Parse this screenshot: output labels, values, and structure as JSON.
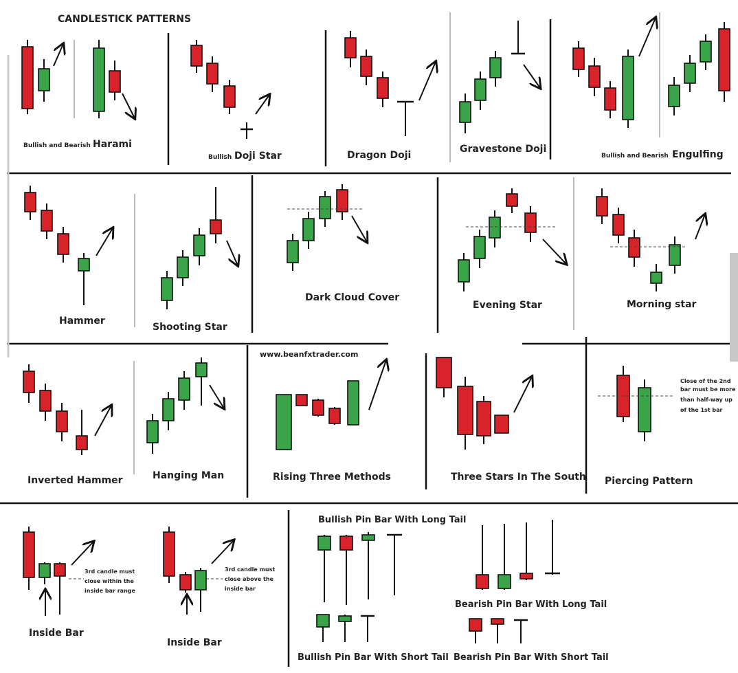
{
  "title": "CANDLESTICK PATTERNS",
  "website": "www.beanfxtrader.com",
  "colors": {
    "bull": "#3aa548",
    "bear": "#d8232a",
    "line": "#111111",
    "text": "#222222"
  },
  "patterns": {
    "harami": {
      "prefix": "Bullish and Bearish",
      "name": "Harami"
    },
    "doji_star": {
      "prefix": "Bullish",
      "name": "Doji Star"
    },
    "dragon_doji": "Dragon Doji",
    "gravestone_doji": "Gravestone Doji",
    "engulfing": {
      "prefix": "Bullish and Bearish",
      "name": "Engulfing"
    },
    "hammer": "Hammer",
    "shooting_star": "Shooting Star",
    "dark_cloud": "Dark Cloud Cover",
    "evening_star": "Evening Star",
    "morning_star": "Morning star",
    "inverted_hammer": "Inverted Hammer",
    "hanging_man": "Hanging Man",
    "rising_three": "Rising Three Methods",
    "three_stars": "Three Stars In The South",
    "piercing": "Piercing Pattern",
    "piercing_note": [
      "Close of the 2nd",
      "bar must be more",
      "than half-way up",
      "of the 1st bar"
    ],
    "inside_bar_1": "Inside Bar",
    "inside_bar_1_note": [
      "3rd candle must",
      "close within the",
      "inside bar range"
    ],
    "inside_bar_2": "Inside Bar",
    "inside_bar_2_note": [
      "3rd candle must",
      "close above the",
      "inside bar"
    ],
    "bull_pin_long": "Bullish Pin Bar With Long Tail",
    "bear_pin_long": "Bearish Pin Bar With Long Tail",
    "bull_pin_short": "Bullish Pin Bar With Short Tail",
    "bear_pin_short": "Bearish Pin Bar With Short Tail"
  }
}
